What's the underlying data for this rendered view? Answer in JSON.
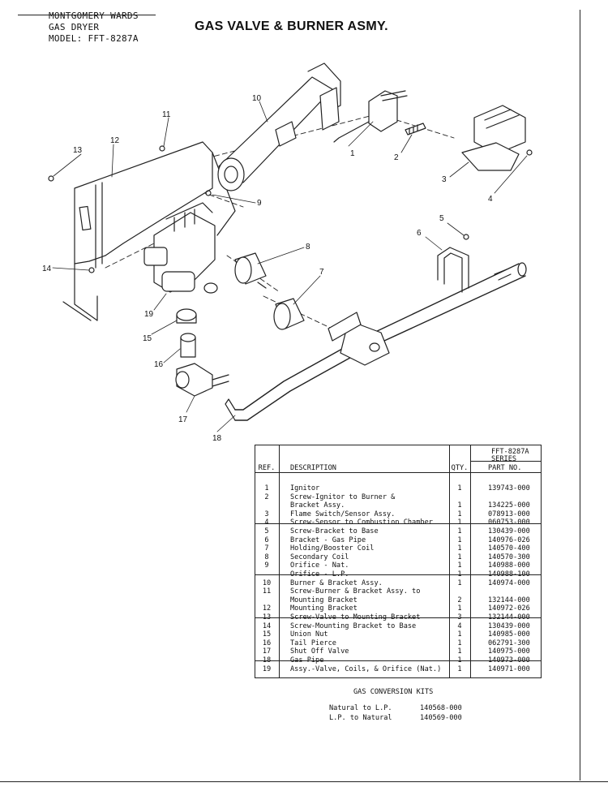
{
  "header": {
    "line1": "MONTGOMERY WARDS",
    "line2": "GAS DRYER",
    "line3": "MODEL: FFT-8287A",
    "title": "GAS VALVE & BURNER ASMY."
  },
  "callouts": [
    "1",
    "2",
    "3",
    "4",
    "5",
    "6",
    "7",
    "8",
    "9",
    "10",
    "11",
    "12",
    "13",
    "14",
    "15",
    "16",
    "17",
    "18",
    "19"
  ],
  "parts_table": {
    "series_line1": "FFT-8287A",
    "series_line2": "SERIES",
    "col_ref": "REF.",
    "col_desc": "DESCRIPTION",
    "col_qty": "QTY.",
    "col_pn": "PART NO.",
    "rows": [
      {
        "ref": "1",
        "desc": "Ignitor",
        "qty": "1",
        "pn": "139743-000"
      },
      {
        "ref": "2",
        "desc": "Screw-Ignitor to Burner &",
        "qty": "",
        "pn": ""
      },
      {
        "ref": "",
        "desc": "Bracket Assy.",
        "qty": "1",
        "pn": "134225-000"
      },
      {
        "ref": "3",
        "desc": "Flame Switch/Sensor Assy.",
        "qty": "1",
        "pn": "078913-000"
      },
      {
        "ref": "4",
        "desc": "Screw-Sensor to Combustion Chamber",
        "qty": "1",
        "pn": "060753-000"
      },
      {
        "ref": "5",
        "desc": "Screw-Bracket to Base",
        "qty": "1",
        "pn": "130439-000"
      },
      {
        "ref": "6",
        "desc": "Bracket - Gas Pipe",
        "qty": "1",
        "pn": "140976-026"
      },
      {
        "ref": "7",
        "desc": "Holding/Booster Coil",
        "qty": "1",
        "pn": "140570-400"
      },
      {
        "ref": "8",
        "desc": "Secondary Coil",
        "qty": "1",
        "pn": "140570-300"
      },
      {
        "ref": "9",
        "desc": "Orifice - Nat.",
        "qty": "1",
        "pn": "140988-000"
      },
      {
        "ref": "",
        "desc": "Orifice - L.P.",
        "qty": "1",
        "pn": "140988-100"
      },
      {
        "ref": "10",
        "desc": "Burner & Bracket Assy.",
        "qty": "1",
        "pn": "140974-000"
      },
      {
        "ref": "11",
        "desc": "Screw-Burner & Bracket Assy. to",
        "qty": "",
        "pn": ""
      },
      {
        "ref": "",
        "desc": "Mounting Bracket",
        "qty": "2",
        "pn": "132144-000"
      },
      {
        "ref": "12",
        "desc": "Mounting Bracket",
        "qty": "1",
        "pn": "140972-026"
      },
      {
        "ref": "13",
        "desc": "Screw-Valve to Mounting Bracket",
        "qty": "3",
        "pn": "132144-000"
      },
      {
        "ref": "14",
        "desc": "Screw-Mounting Bracket to Base",
        "qty": "4",
        "pn": "130439-000"
      },
      {
        "ref": "15",
        "desc": "Union Nut",
        "qty": "1",
        "pn": "140985-000"
      },
      {
        "ref": "16",
        "desc": "Tail Pierce",
        "qty": "1",
        "pn": "062791-300"
      },
      {
        "ref": "17",
        "desc": "Shut Off Valve",
        "qty": "1",
        "pn": "140975-000"
      },
      {
        "ref": "18",
        "desc": "Gas Pipe",
        "qty": "1",
        "pn": "140973-000"
      },
      {
        "ref": "19",
        "desc": "Assy.-Valve, Coils, & Orifice (Nat.)",
        "qty": "1",
        "pn": "140971-000"
      }
    ]
  },
  "kits": {
    "title": "GAS CONVERSION KITS",
    "items": [
      {
        "label": "Natural to L.P.",
        "pn": "140568-000"
      },
      {
        "label": "L.P. to Natural",
        "pn": "140569-000"
      }
    ]
  }
}
